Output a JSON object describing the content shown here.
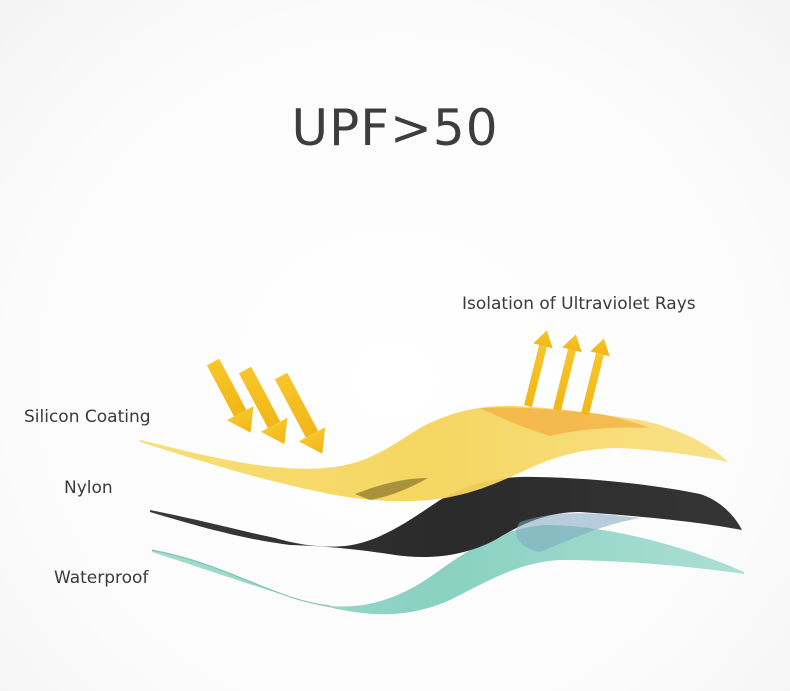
{
  "title": "UPF>50",
  "labels": {
    "isolation": "Isolation of Ultraviolet Rays",
    "silicon": "Silicon Coating",
    "nylon": "Nylon",
    "waterproof": "Waterproof"
  },
  "colors": {
    "title": "#3d3d3d",
    "silicon_layer": "#f6d45a",
    "nylon_layer": "#2f2f2f",
    "waterproof_layer": "#84d0c0",
    "arrow": "#f4c11d"
  },
  "icons": [
    "incoming-arrow-icon",
    "reflected-arrow-icon"
  ]
}
